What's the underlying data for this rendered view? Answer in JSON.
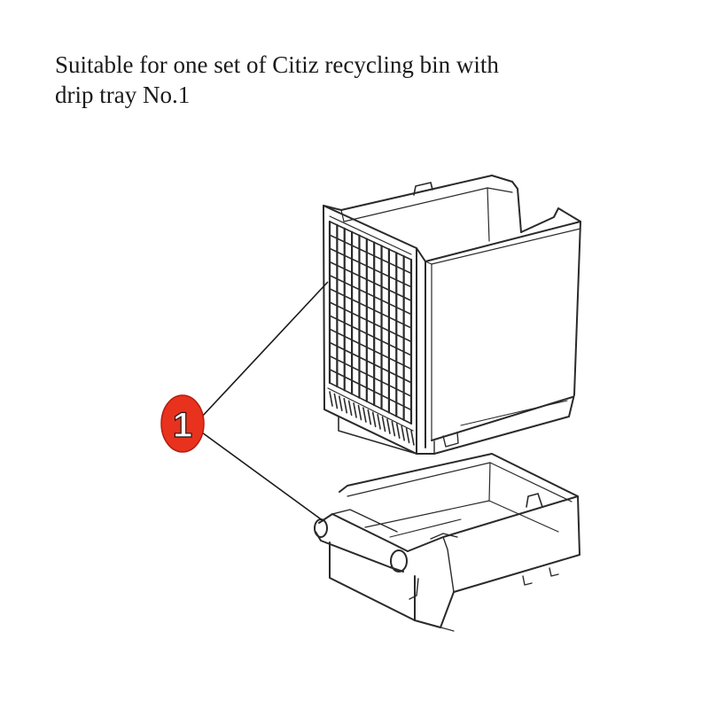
{
  "caption": {
    "line1": "Suitable for one set of Citiz recycling bin with",
    "line2": "drip tray No.1"
  },
  "callout": {
    "number": "1",
    "color": "#e8321e"
  },
  "colors": {
    "line": "#2a2a2a",
    "background": "#ffffff"
  }
}
